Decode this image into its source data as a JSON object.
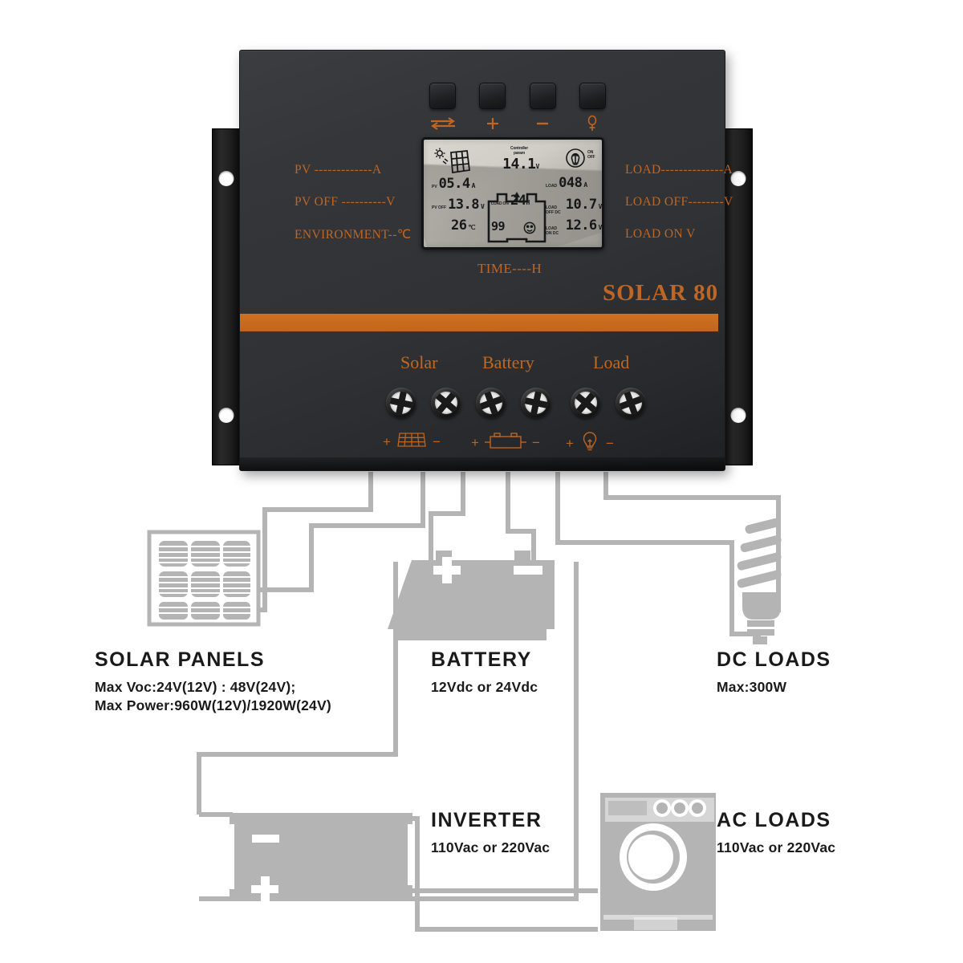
{
  "product": {
    "model_label": "SOLAR 80",
    "time_label": "TIME----H"
  },
  "buttons": [
    {
      "name": "mode-toggle-button",
      "icon": "arrows-swap-icon",
      "label": "⇄"
    },
    {
      "name": "increase-button",
      "icon": "plus-icon",
      "label": "+"
    },
    {
      "name": "decrease-button",
      "icon": "minus-icon",
      "label": "−"
    },
    {
      "name": "load-light-button",
      "icon": "bulb-icon",
      "label": "♀"
    }
  ],
  "silkscreen": {
    "pv": "PV -------------A",
    "pv_off": "PV OFF ----------V",
    "environment": "ENVIRONMENT--℃",
    "load": "LOAD--------------A",
    "load_off": "LOAD OFF--------V",
    "load_on": "LOAD ON         V"
  },
  "lcd": {
    "controller_param_label_line1": "Controller",
    "controller_param_label_line2": "param",
    "controller_param_value": "14.1",
    "controller_param_unit": "V",
    "on_off_label_line1": "ON",
    "on_off_label_line2": "OFF",
    "pv_tag": "PV",
    "pv_current": "05.4",
    "pv_current_unit": "A",
    "pv_off_tag": "PV OFF",
    "pv_off_value": "13.8",
    "pv_off_unit": "V",
    "environment_value": "26",
    "environment_unit": "℃",
    "load_on_tag": "LOAD ON",
    "battery_soc": "99",
    "battery_hours": "24",
    "battery_hours_unit": "H",
    "load_tag": "LOAD",
    "load_current": "048",
    "load_current_unit": "A",
    "load_off_dc_tag": "LOAD OFF DC",
    "load_off_value": "10.7",
    "load_off_unit": "V",
    "load_on_dc_tag": "LOAD ON DC",
    "load_on_value": "12.6",
    "load_on_unit": "V"
  },
  "terminals": {
    "groups": [
      "Solar",
      "Battery",
      "Load"
    ],
    "polarity_plus": "+",
    "polarity_minus": "−",
    "icons": [
      "solar-panel-icon",
      "battery-icon",
      "bulb-icon"
    ]
  },
  "diagram": {
    "solar_panels": {
      "title": "SOLAR  PANELS",
      "line1": "Max  Voc:24V(12V) : 48V(24V);",
      "line2": "Max  Power:960W(12V)/1920W(24V)"
    },
    "battery": {
      "title": "BATTERY",
      "line1": "12Vdc  or  24Vdc"
    },
    "dc_loads": {
      "title": "DC  LOADS",
      "line1": "Max:300W"
    },
    "inverter": {
      "title": "INVERTER",
      "line1": "110Vac  or  220Vac"
    },
    "ac_loads": {
      "title": "AC  LOADS",
      "line1": "110Vac  or  220Vac"
    },
    "symbols": {
      "plus": "+",
      "minus": "−"
    }
  },
  "colors": {
    "accent_orange": "#c2681f",
    "body_dark": "#323437",
    "wire_gray": "#b4b4b4",
    "lcd_gray": "#cfcdc6"
  }
}
